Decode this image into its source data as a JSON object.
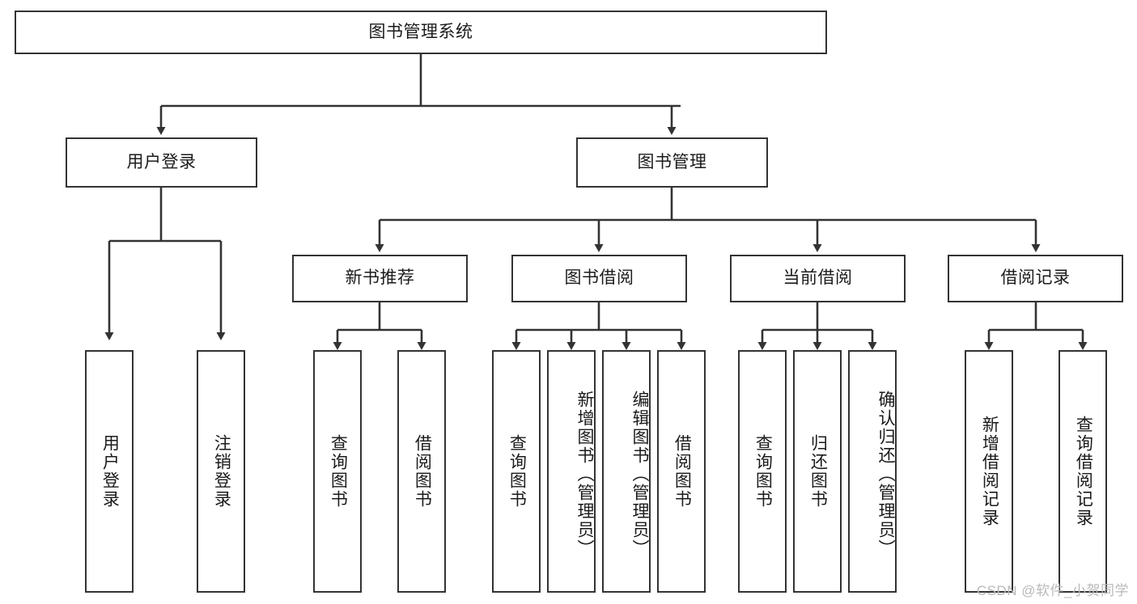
{
  "diagram": {
    "type": "tree",
    "title": "图书管理系统",
    "watermark": "CSDN @软件_小贺同学",
    "colors": {
      "background": "#ffffff",
      "border": "#333333",
      "text": "#1b1b1b",
      "edge": "#333333",
      "watermark": "#b9b9b9"
    },
    "root": {
      "label": "图书管理系统"
    },
    "level2": [
      {
        "label": "用户登录"
      },
      {
        "label": "图书管理"
      }
    ],
    "level3": [
      {
        "label": "新书推荐"
      },
      {
        "label": "图书借阅"
      },
      {
        "label": "当前借阅"
      },
      {
        "label": "借阅记录"
      }
    ],
    "leaves": {
      "user_login": [
        {
          "label": "用户登录"
        },
        {
          "label": "注销登录"
        }
      ],
      "new_book_recommend": [
        {
          "label": "查询图书"
        },
        {
          "label": "借阅图书"
        }
      ],
      "book_borrow": [
        {
          "label": "查询图书"
        },
        {
          "label": "新增图书（管理员）"
        },
        {
          "label": "编辑图书（管理员）"
        },
        {
          "label": "借阅图书"
        }
      ],
      "current_borrow": [
        {
          "label": "查询图书"
        },
        {
          "label": "归还图书"
        },
        {
          "label": "确认归还（管理员）"
        }
      ],
      "borrow_record": [
        {
          "label": "新增借阅记录"
        },
        {
          "label": "查询借阅记录"
        }
      ]
    }
  }
}
